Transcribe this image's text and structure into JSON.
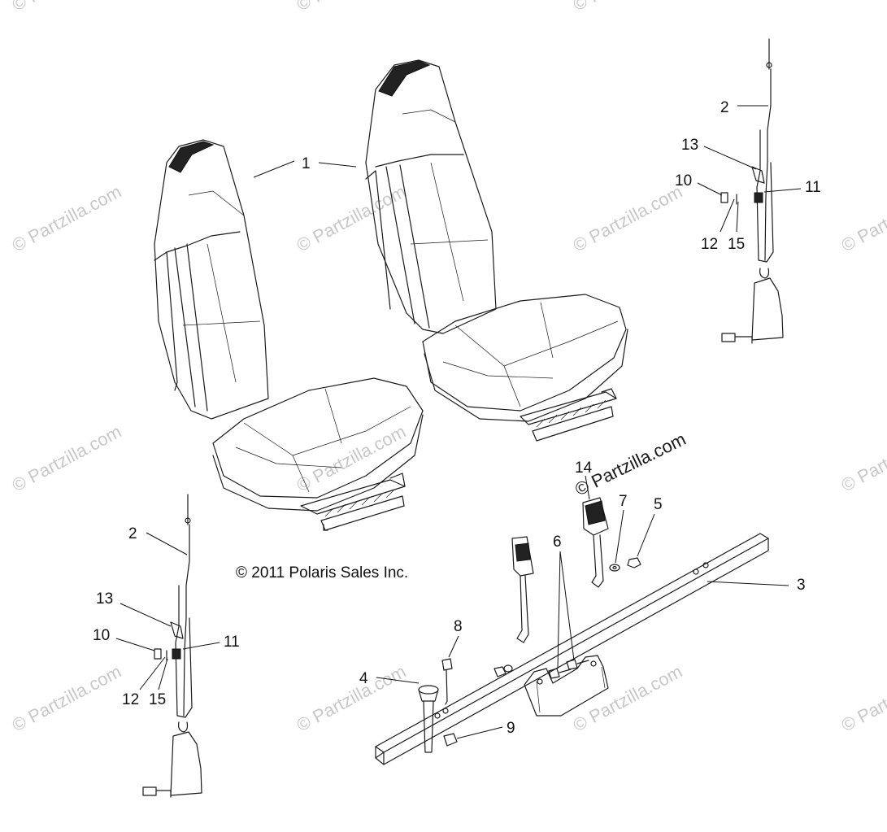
{
  "copyright": "© 2011 Polaris Sales Inc.",
  "watermark_text": "© Partzilla.com",
  "watermark_featured": "© Partzilla.com",
  "callouts": {
    "c1": "1",
    "c2a": "2",
    "c2b": "2",
    "c3": "3",
    "c4": "4",
    "c5": "5",
    "c6": "6",
    "c7": "7",
    "c8": "8",
    "c9": "9",
    "c10a": "10",
    "c10b": "10",
    "c11a": "11",
    "c11b": "11",
    "c12a": "12",
    "c12b": "12",
    "c13a": "13",
    "c13b": "13",
    "c14": "14",
    "c15a": "15",
    "c15b": "15"
  },
  "colors": {
    "line": "#1a1a1a",
    "watermark": "#c8c8c8",
    "background": "#ffffff"
  }
}
